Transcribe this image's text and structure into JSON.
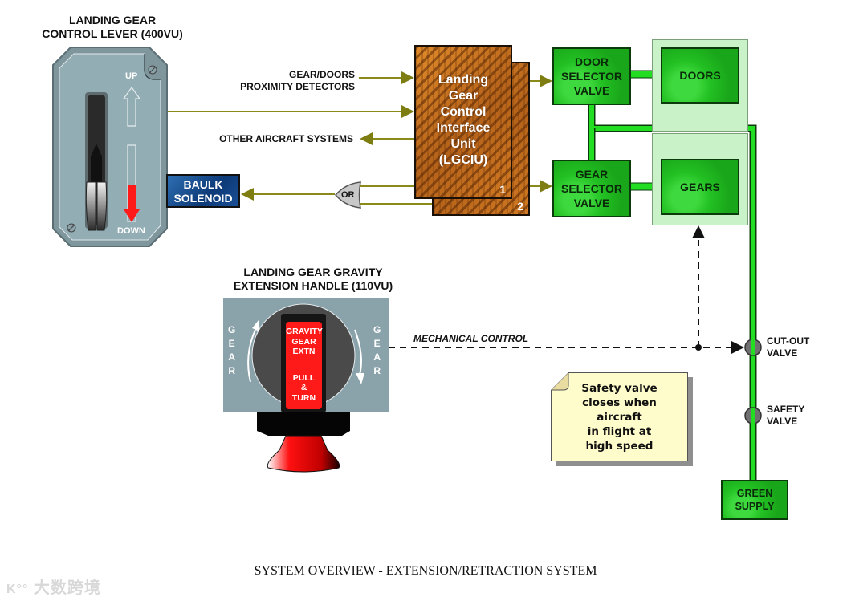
{
  "control_lever": {
    "title_line1": "LANDING GEAR",
    "title_line2": "CONTROL LEVER (400VU)",
    "up_label": "UP",
    "down_label": "DOWN",
    "position": "DOWN"
  },
  "inputs": {
    "proximity_line1": "GEAR/DOORS",
    "proximity_line2": "PROXIMITY DETECTORS",
    "other_systems": "OTHER AIRCRAFT SYSTEMS"
  },
  "baulk_solenoid": {
    "line1": "BAULK",
    "line2": "SOLENOID"
  },
  "or_gate": {
    "label": "OR"
  },
  "lgciu": {
    "lines": [
      "Landing",
      "Gear",
      "Control",
      "Interface",
      "Unit",
      "(LGCIU)"
    ],
    "unit1": "1",
    "unit2": "2"
  },
  "valves": {
    "door_selector": [
      "DOOR",
      "SELECTOR",
      "VALVE"
    ],
    "gear_selector": [
      "GEAR",
      "SELECTOR",
      "VALVE"
    ],
    "doors": "DOORS",
    "gears": "GEARS",
    "cutout_line1": "CUT-OUT",
    "cutout_line2": "VALVE",
    "safety_line1": "SAFETY",
    "safety_line2": "VALVE",
    "green_supply_line1": "GREEN",
    "green_supply_line2": "SUPPLY"
  },
  "gravity_handle": {
    "title_line1": "LANDING GEAR GRAVITY",
    "title_line2": "EXTENSION HANDLE (110VU)",
    "side_letters": [
      "G",
      "E",
      "A",
      "R"
    ],
    "handle_top": [
      "GRAVITY",
      "GEAR",
      "EXTN"
    ],
    "handle_bottom": [
      "PULL",
      "&",
      "TURN"
    ]
  },
  "mechanical_control": "MECHANICAL CONTROL",
  "note": [
    "Safety valve",
    "closes when",
    "aircraft",
    "in flight at",
    "high speed"
  ],
  "caption": "SYSTEM OVERVIEW - EXTENSION/RETRACTION SYSTEM",
  "watermark": "大数跨境",
  "colors": {
    "signal_line": "#8a8a1a",
    "hydraulic_green": "#22dd22",
    "lgciu_orange": "#d27a22",
    "handle_red": "#ff1a1a",
    "panel_grey": "#8aa2aa"
  }
}
